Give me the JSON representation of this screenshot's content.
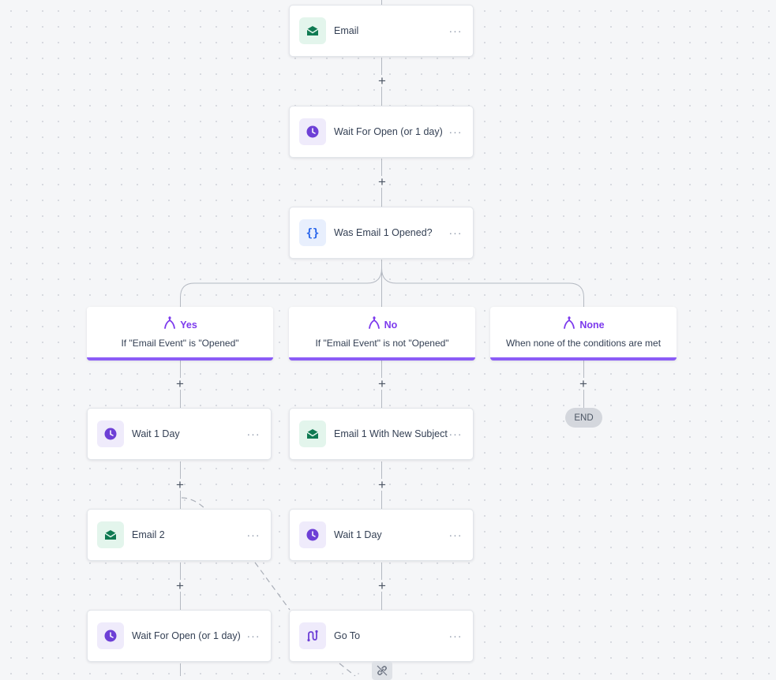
{
  "nodes": {
    "email": {
      "label": "Email",
      "icon": "email-icon"
    },
    "wait_open": {
      "label": "Wait For Open (or 1 day)",
      "icon": "clock-icon"
    },
    "condition": {
      "label": "Was Email 1 Opened?",
      "icon": "braces-icon"
    },
    "yes_wait": {
      "label": "Wait 1 Day",
      "icon": "clock-icon"
    },
    "yes_email2": {
      "label": "Email 2",
      "icon": "email-icon"
    },
    "yes_wait_open": {
      "label": "Wait For Open (or 1 day)",
      "icon": "clock-icon"
    },
    "no_email": {
      "label": "Email 1 With New Subject",
      "icon": "email-icon"
    },
    "no_wait": {
      "label": "Wait 1 Day",
      "icon": "clock-icon"
    },
    "no_goto": {
      "label": "Go To",
      "icon": "route-icon"
    }
  },
  "branches": {
    "yes": {
      "name": "Yes",
      "condition": "If \"Email Event\" is \"Opened\""
    },
    "no": {
      "name": "No",
      "condition": "If \"Email Event\" is not \"Opened\""
    },
    "none": {
      "name": "None",
      "condition": "When none of the conditions are met"
    }
  },
  "end_label": "END",
  "more_label": "···",
  "plus_label": "+",
  "colors": {
    "email_green": "#0f7a52",
    "email_bg": "#e3f5ec",
    "wait_purple": "#6d3fd6",
    "wait_bg": "#efebfb",
    "cond_blue": "#2563eb",
    "branch_accent": "#8b5cf6",
    "canvas_bg": "#f5f6f8"
  }
}
